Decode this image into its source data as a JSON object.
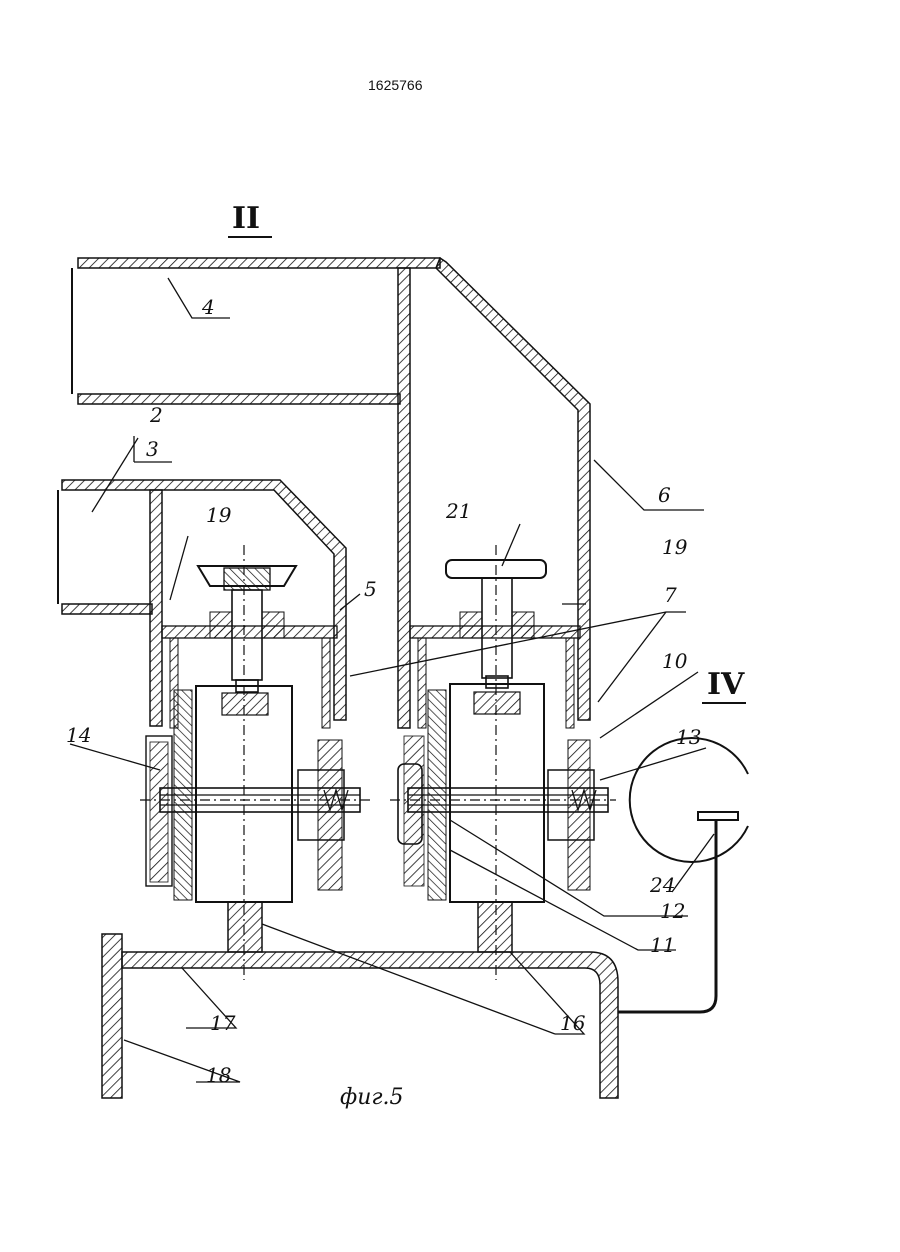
{
  "document": {
    "number": "1625766",
    "figure_caption": "фиг.5",
    "section_marks": [
      "II",
      "IV"
    ]
  },
  "labels": [
    "4",
    "2",
    "3",
    "19",
    "5",
    "21",
    "19",
    "7",
    "6",
    "10",
    "13",
    "14",
    "12",
    "11",
    "16",
    "17",
    "18",
    "24"
  ],
  "colors": {
    "ink": "#111111",
    "paper": "#ffffff"
  }
}
